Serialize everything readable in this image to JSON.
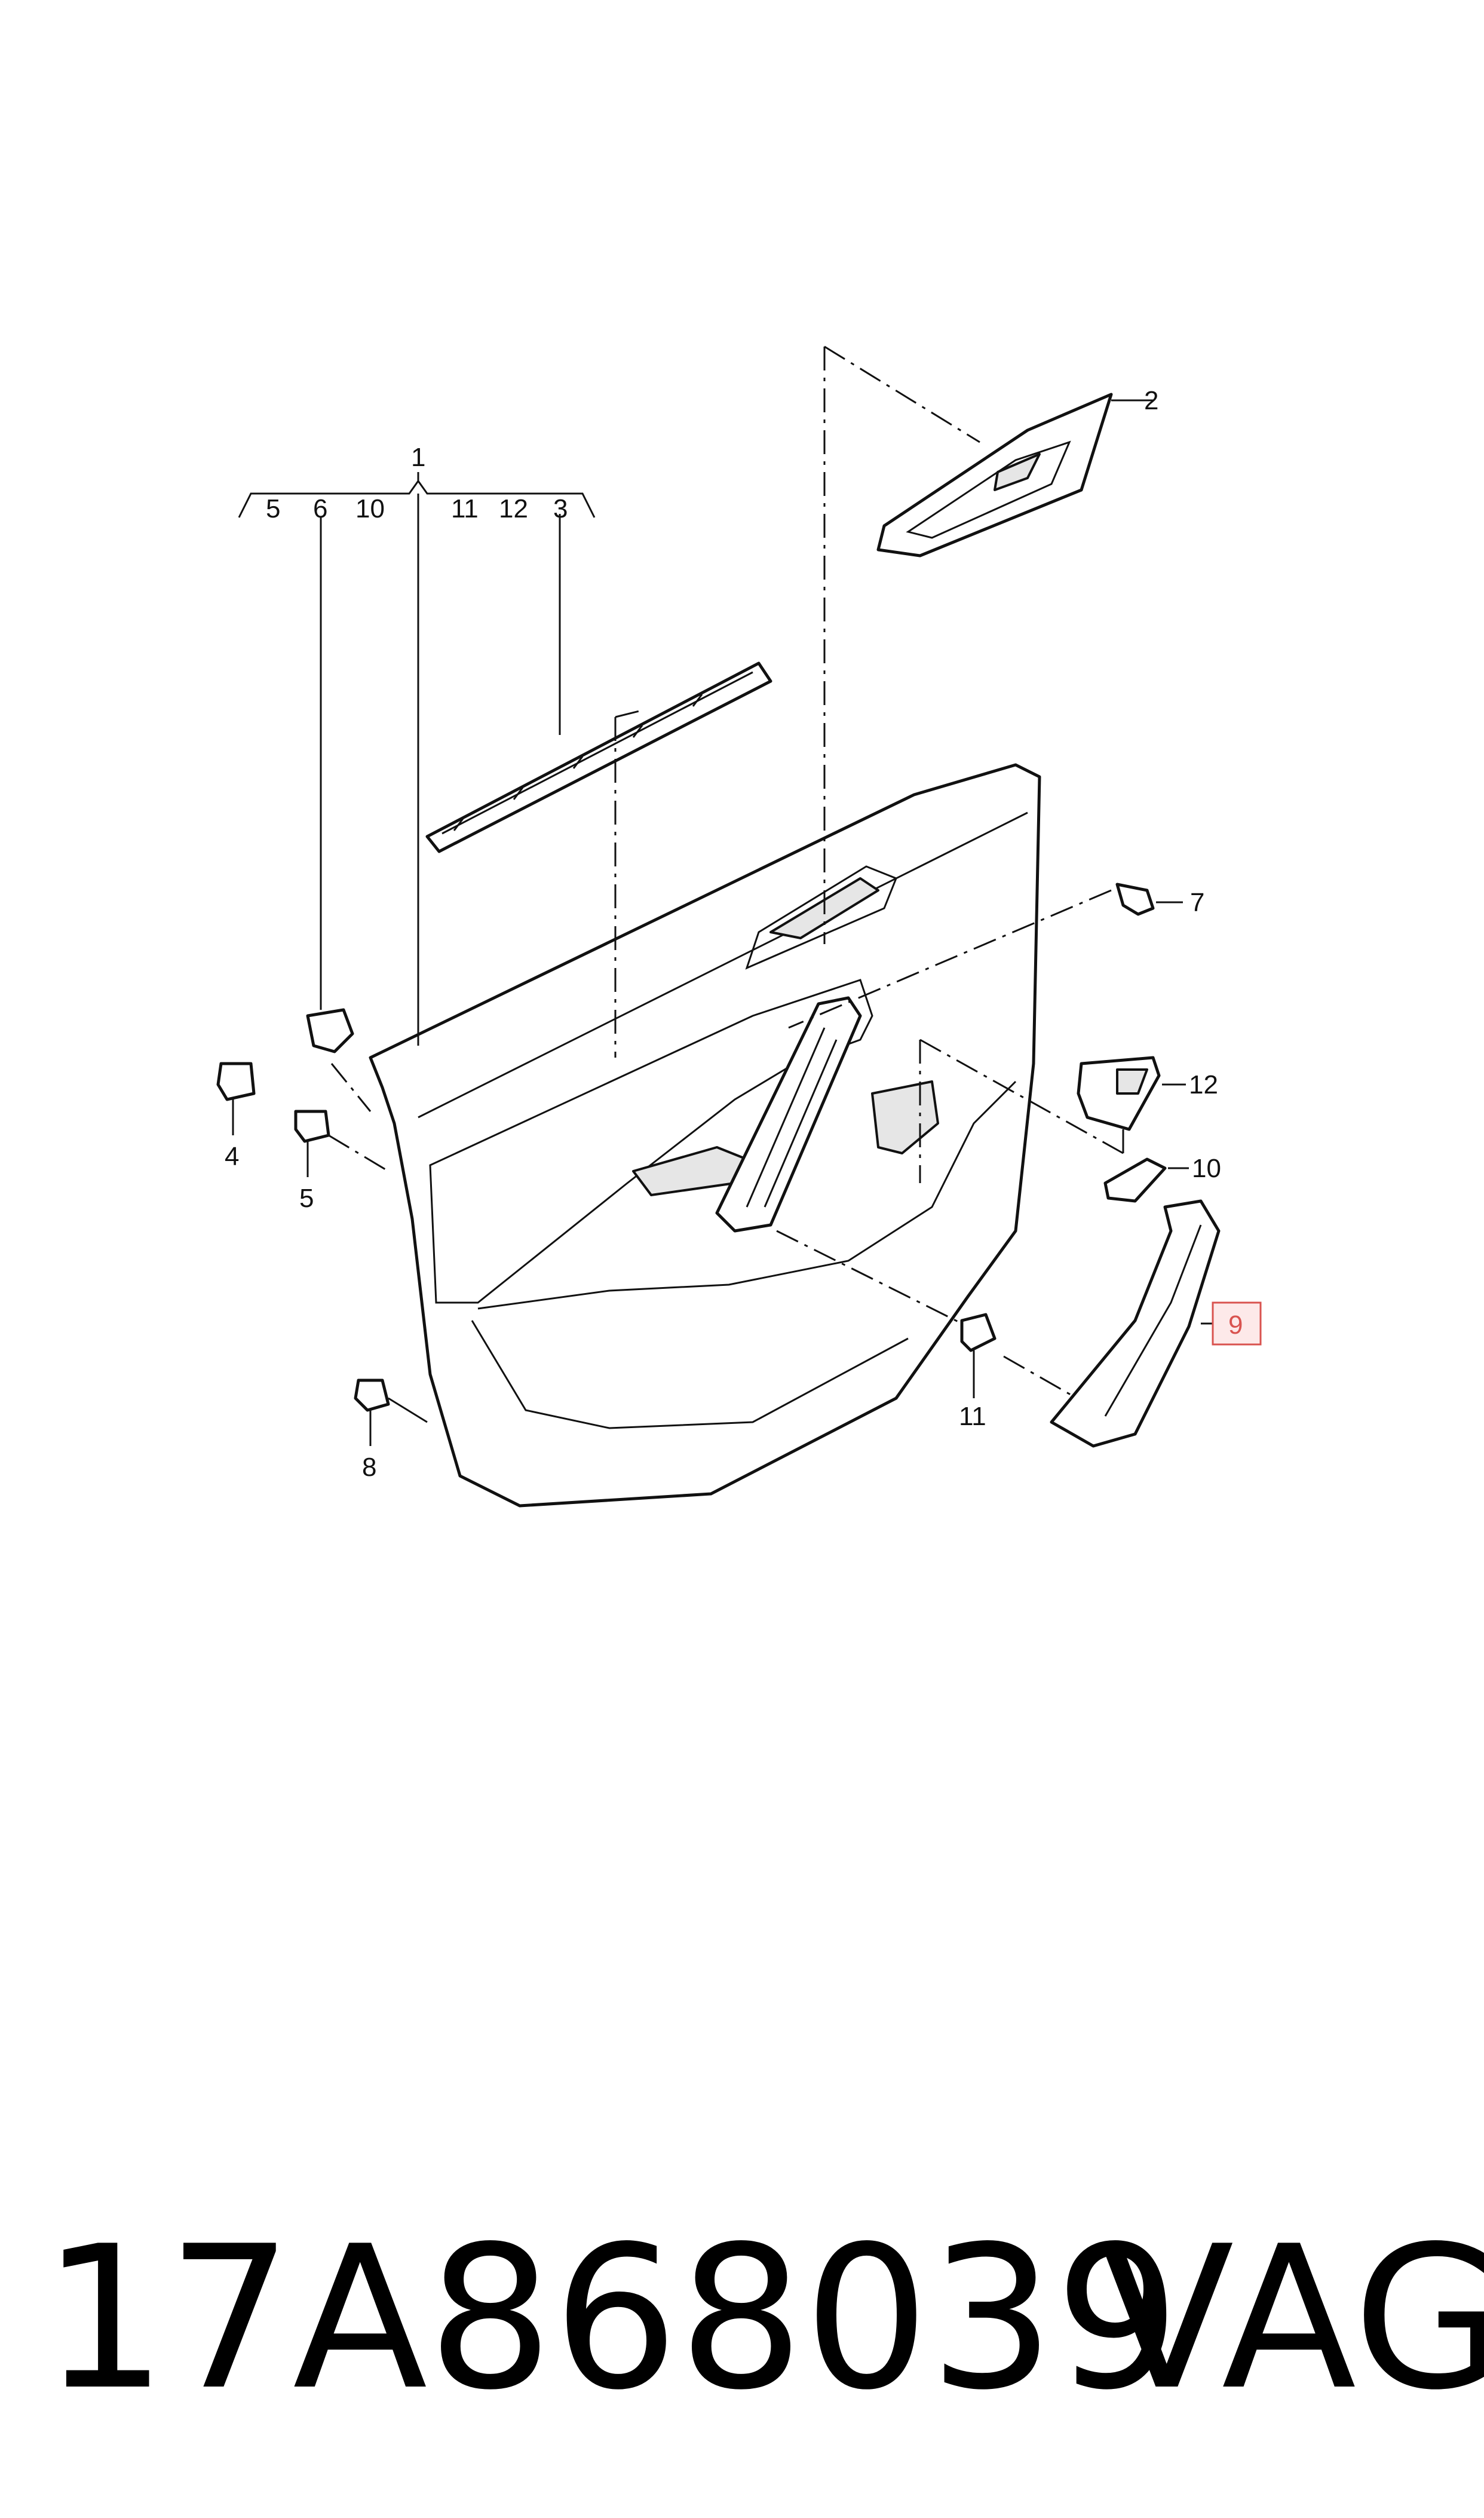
{
  "diagram": {
    "callouts": {
      "c1": "1",
      "c2": "2",
      "c3": "3",
      "c4": "4",
      "c5": "5",
      "c5b": "5",
      "c6": "6",
      "c7": "7",
      "c8": "8",
      "c9": "9",
      "c10": "10",
      "c10b": "10",
      "c11": "11",
      "c11b": "11",
      "c12": "12",
      "c12b": "12"
    },
    "highlighted_callout": "9",
    "highlight_color": "#d9534f"
  },
  "caption": {
    "part_number": "17A868039",
    "brand": "VAG"
  }
}
